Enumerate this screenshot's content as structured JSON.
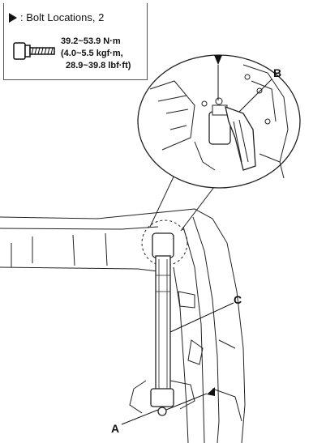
{
  "legend": {
    "symbol_label": ": Bolt Locations, 2",
    "torque_nm": "39.2~53.9 N·m",
    "torque_kgf": "(4.0~5.5 kgf·m,",
    "torque_lbf": "28.9~39.8 lbf·ft)"
  },
  "callouts": {
    "a": "A",
    "b": "B",
    "c": "C"
  }
}
